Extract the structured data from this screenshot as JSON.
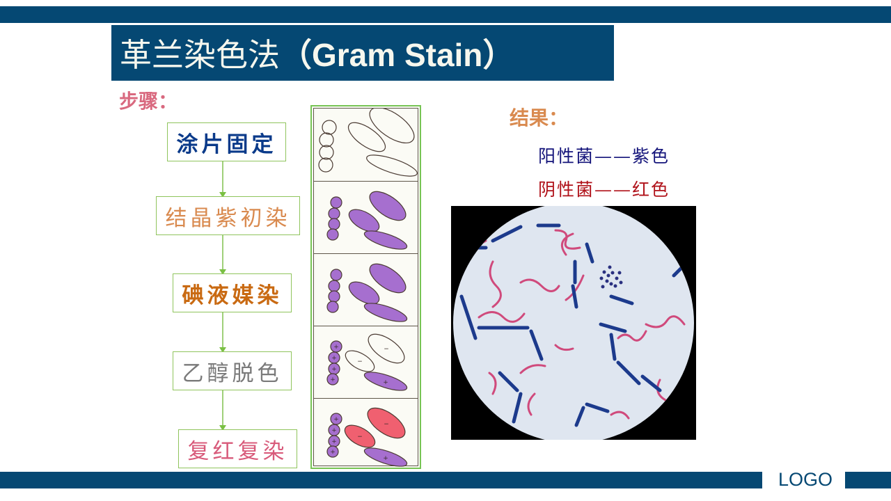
{
  "slide": {
    "title_cn": "革兰染色法",
    "title_en": "（Gram Stain）",
    "logo": "LOGO",
    "brand_color": "#054873"
  },
  "steps": {
    "label": "步骤：",
    "items": [
      {
        "label": "涂片固定",
        "color": "#0a3a8a"
      },
      {
        "label": "结晶紫初染",
        "color": "#d98a4f"
      },
      {
        "label": "碘液媒染",
        "color": "#c96a12"
      },
      {
        "label": "乙醇脱色",
        "color": "#7a7a7a"
      },
      {
        "label": "复红复染",
        "color": "#d85a7a"
      }
    ]
  },
  "diagram": {
    "panels": [
      {
        "stage": "fixed",
        "cocci": "unstained",
        "rods": "unstained"
      },
      {
        "stage": "crystal-violet",
        "cocci": "purple",
        "rods": "purple"
      },
      {
        "stage": "iodine",
        "cocci": "purple",
        "rods": "purple"
      },
      {
        "stage": "decolorize",
        "cocci": "purple",
        "rods": "unstained/purple",
        "marks": [
          "+",
          "−"
        ]
      },
      {
        "stage": "counterstain",
        "cocci": "purple",
        "rods": "red/purple",
        "marks": [
          "+",
          "−"
        ]
      }
    ],
    "colors": {
      "purple": "#a66fcf",
      "red": "#f06070",
      "outline": "#4a3a32"
    }
  },
  "results": {
    "label": "结果：",
    "items": [
      {
        "label": "阳性菌——紫色",
        "color": "#13137a"
      },
      {
        "label": "阴性菌——红色",
        "color": "#b0121a"
      }
    ]
  },
  "micrograph": {
    "description": "Gram-stained microscope field: blue-purple rods (positive) and pink-red filaments (negative)",
    "colors": {
      "background": "#dfe6f0",
      "positive": "#1c3a8c",
      "negative": "#d04a7c"
    }
  }
}
